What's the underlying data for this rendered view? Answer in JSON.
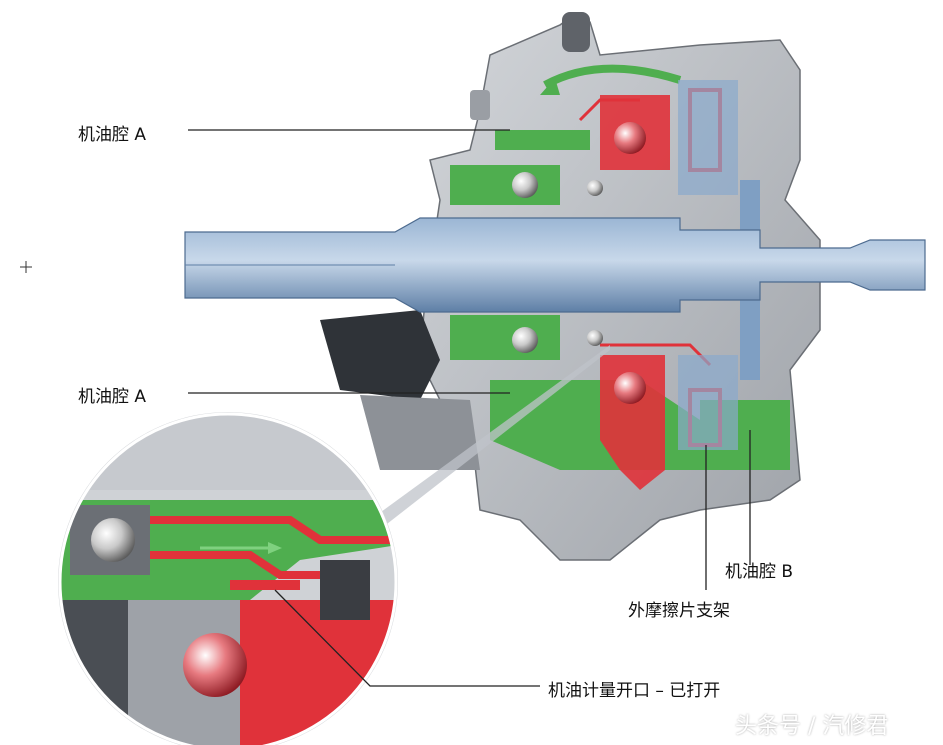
{
  "labels": {
    "chamber_a_top": "机油腔 A",
    "chamber_a_bottom": "机油腔 A",
    "chamber_b": "机油腔 B",
    "outer_plate_carrier": "外摩擦片支架",
    "metering_opening": "机油计量开口 – 已打开"
  },
  "watermark": "头条号 / 汽修君",
  "colors": {
    "oil_green": "#4fae4f",
    "plate_red": "#e0323a",
    "shaft_blue": "#7f9fc3",
    "housing_gray": "#b9bcc1",
    "leader_line": "#222222"
  }
}
